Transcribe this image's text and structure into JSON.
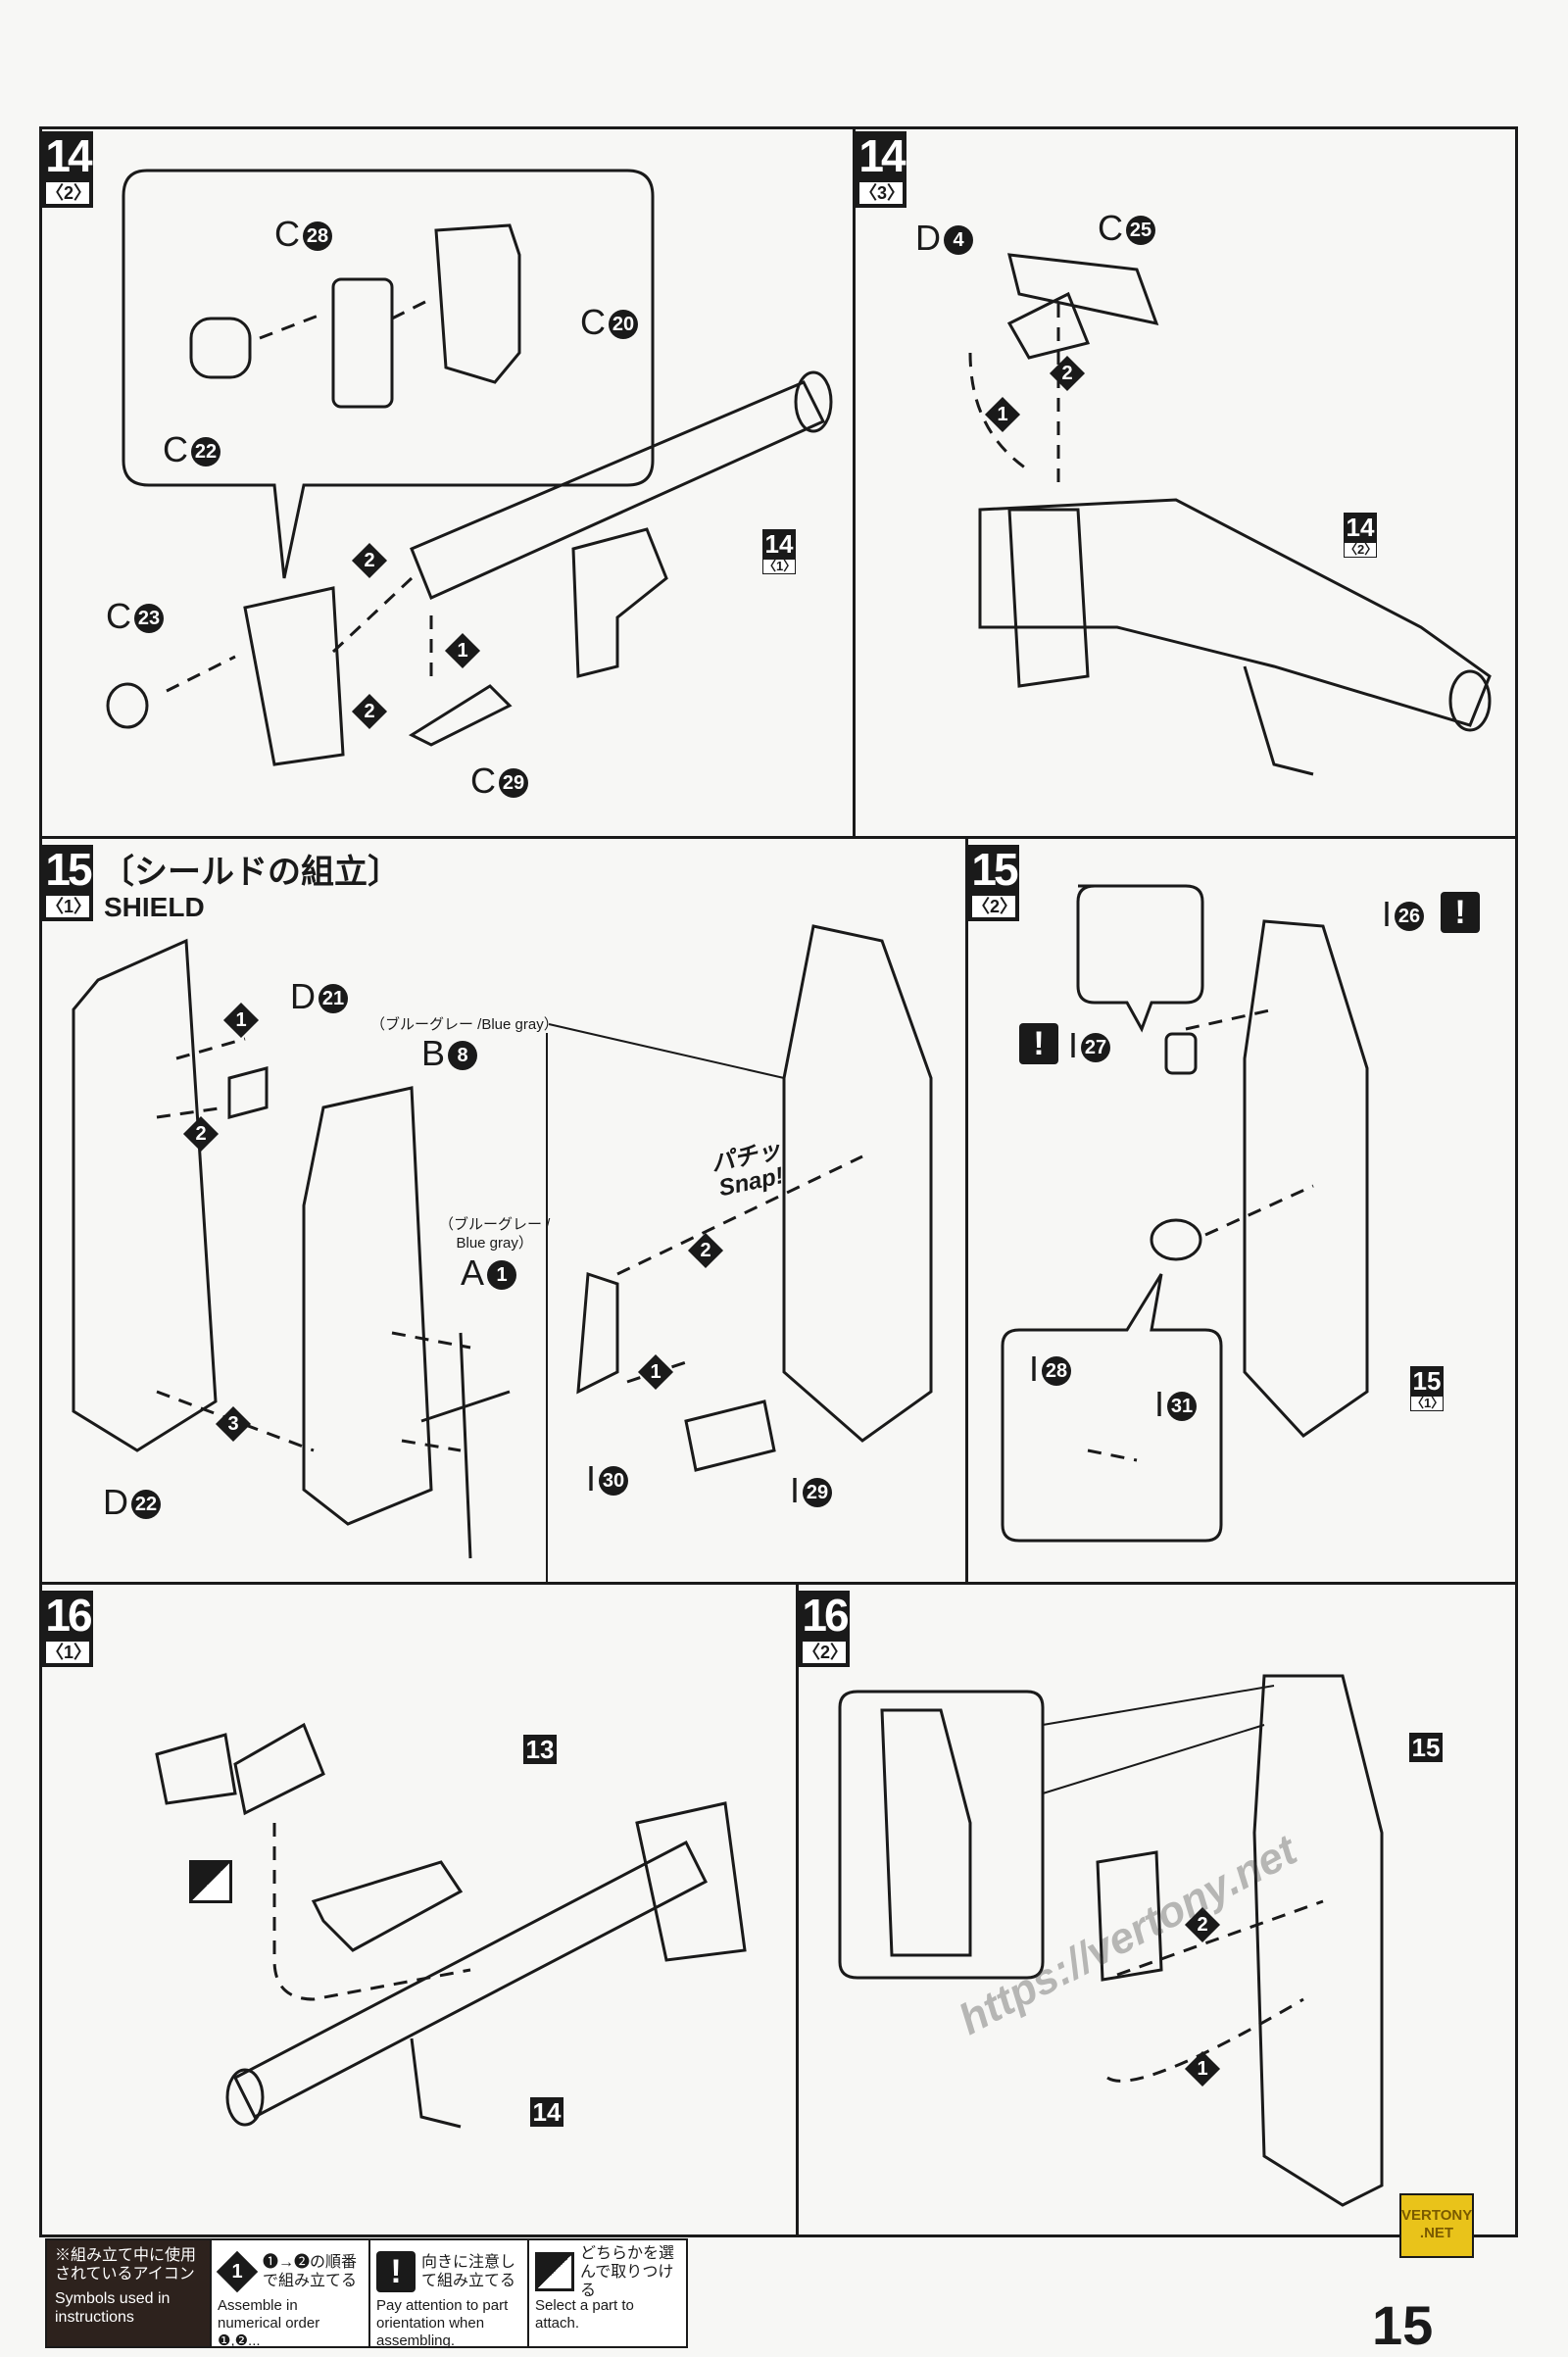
{
  "page_number": "15",
  "steps": [
    {
      "num": "14",
      "sub": "〈2〉"
    },
    {
      "num": "14",
      "sub": "〈3〉"
    },
    {
      "num": "15",
      "sub": "〈1〉",
      "title_jp": "〔シールドの組立〕",
      "title_en": "SHIELD"
    },
    {
      "num": "15",
      "sub": "〈2〉"
    },
    {
      "num": "16",
      "sub": "〈1〉"
    },
    {
      "num": "16",
      "sub": "〈2〉"
    }
  ],
  "parts": {
    "c28": {
      "letter": "C",
      "num": "28"
    },
    "c20": {
      "letter": "C",
      "num": "20"
    },
    "c22": {
      "letter": "C",
      "num": "22"
    },
    "c23": {
      "letter": "C",
      "num": "23"
    },
    "c29": {
      "letter": "C",
      "num": "29"
    },
    "d4": {
      "letter": "D",
      "num": "4"
    },
    "c25": {
      "letter": "C",
      "num": "25"
    },
    "d21": {
      "letter": "D",
      "num": "21"
    },
    "b8": {
      "letter": "B",
      "num": "8",
      "note": "（ブルーグレー /Blue gray）"
    },
    "a1": {
      "letter": "A",
      "num": "1",
      "note1": "（ブルーグレー /",
      "note2": "Blue gray）"
    },
    "d22": {
      "letter": "D",
      "num": "22"
    },
    "i30": {
      "letter": "I",
      "num": "30"
    },
    "i29": {
      "letter": "I",
      "num": "29"
    },
    "i26": {
      "letter": "I",
      "num": "26"
    },
    "i27": {
      "letter": "I",
      "num": "27"
    },
    "i28": {
      "letter": "I",
      "num": "28"
    },
    "i31": {
      "letter": "I",
      "num": "31"
    }
  },
  "refs": {
    "r14_1": {
      "n": "14",
      "s": "〈1〉"
    },
    "r14_2": {
      "n": "14",
      "s": "〈2〉"
    },
    "r15_1": {
      "n": "15",
      "s": "〈1〉"
    },
    "r13": {
      "n": "13"
    },
    "r14": {
      "n": "14"
    },
    "r15": {
      "n": "15"
    }
  },
  "order_markers": [
    "1",
    "2",
    "3"
  ],
  "snap": {
    "jp": "パチッ",
    "en": "Snap!"
  },
  "warning_glyph": "!",
  "legend": {
    "head_jp": "※組み立て中に使用されているアイコン",
    "head_en": "Symbols used in instructions",
    "items": [
      {
        "icon": "numbered-diamond-icon",
        "glyph": "1",
        "jp": "❶→❷の順番で組み立てる",
        "en": "Assemble in numerical order ❶,❷..."
      },
      {
        "icon": "exclamation-icon",
        "glyph": "!",
        "jp": "向きに注意して組み立てる",
        "en": "Pay attention to part orientation when assembling."
      },
      {
        "icon": "select-part-icon",
        "glyph": "",
        "jp": "どちらかを選んで取りつける",
        "en": "Select a part to attach."
      }
    ]
  },
  "watermark": {
    "url": "https://vertony.net",
    "logo": "VERTONY .NET"
  },
  "colors": {
    "ink": "#1a1a1a",
    "paper": "#f7f7f5",
    "legend_head": "#2d221d",
    "logo": "#e9c31a"
  }
}
